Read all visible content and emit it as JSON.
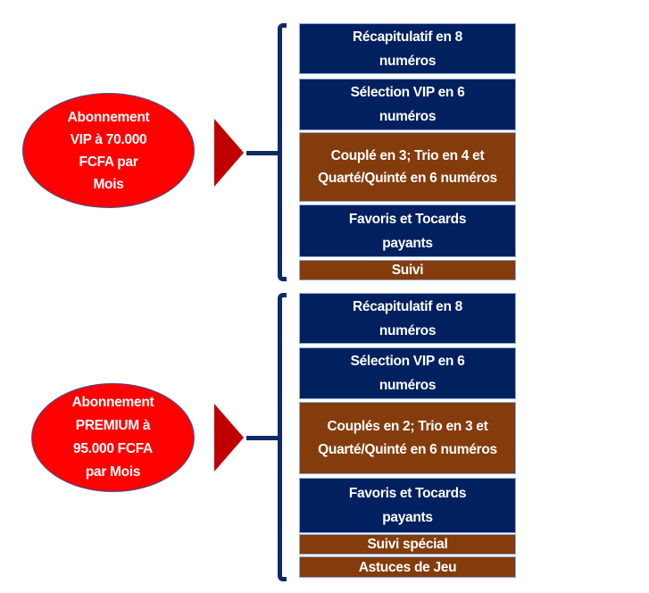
{
  "colors": {
    "ellipse": "#ff0000",
    "arrow": "#c00000",
    "blue_box": "#002060",
    "brown_box": "#843c0c",
    "bracket": "#0f2a66"
  },
  "groups": [
    {
      "title_lines": [
        "Abonnement",
        "VIP à 70.000",
        "FCFA par",
        "Mois"
      ],
      "items": [
        {
          "text": "Récapitulatif en 8 numéros",
          "color": "blue"
        },
        {
          "text": "Sélection VIP en 6 numéros",
          "color": "blue"
        },
        {
          "text": "Couplé en 3; Trio en 4 et Quarté/Quinté en 6 numéros",
          "color": "brown"
        },
        {
          "text": "Favoris et Tocards payants",
          "color": "blue"
        },
        {
          "text": "Suivi",
          "color": "brown"
        }
      ]
    },
    {
      "title_lines": [
        "Abonnement",
        "PREMIUM à",
        "95.000 FCFA",
        "par Mois"
      ],
      "items": [
        {
          "text": "Récapitulatif en 8 numéros",
          "color": "blue"
        },
        {
          "text": "Sélection VIP en 6 numéros",
          "color": "blue"
        },
        {
          "text": "Couplés en 2; Trio en 3 et Quarté/Quinté en 6 numéros",
          "color": "brown"
        },
        {
          "text": "Favoris et Tocards payants",
          "color": "blue"
        },
        {
          "text": "Suivi spécial",
          "color": "brown"
        },
        {
          "text": "Astuces de Jeu",
          "color": "brown"
        }
      ]
    }
  ]
}
